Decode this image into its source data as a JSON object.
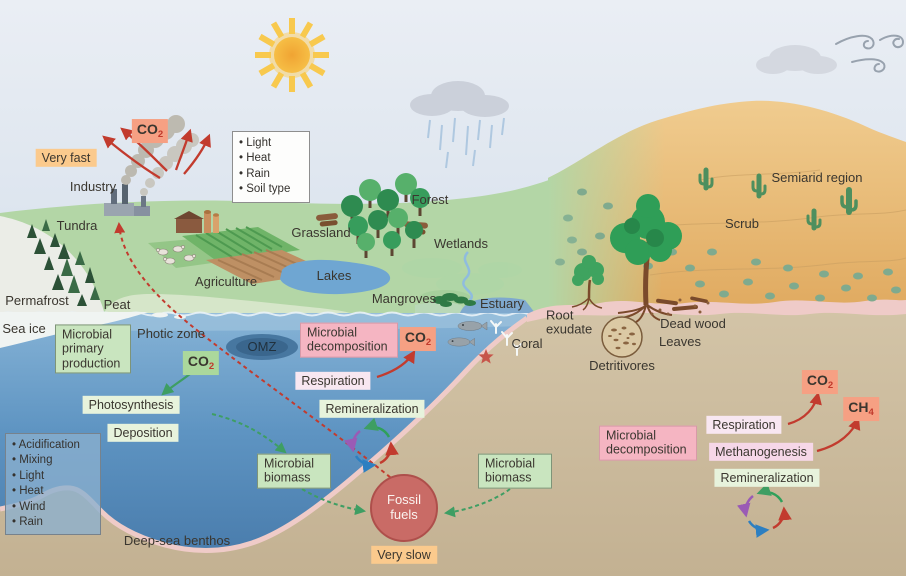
{
  "diagram": {
    "atmosphere": {
      "co2": {
        "main": "CO",
        "sub": "2"
      },
      "very_fast": "Very fast",
      "industry": "Industry",
      "land_factors": [
        "Light",
        "Heat",
        "Rain",
        "Soil type"
      ]
    },
    "land": {
      "tundra": "Tundra",
      "permafrost": "Permafrost",
      "peat": "Peat",
      "agriculture": "Agriculture",
      "grassland": "Grassland",
      "forest": "Forest",
      "wetlands": "Wetlands",
      "lakes": "Lakes",
      "mangroves": "Mangroves",
      "estuary": "Estuary",
      "semiarid_region": "Semiarid region",
      "scrub": "Scrub",
      "root_exudate": "Root exudate",
      "dead_wood": "Dead wood",
      "leaves": "Leaves",
      "detritivores": "Detritivores"
    },
    "ocean": {
      "sea_ice": "Sea ice",
      "photic_zone": "Photic zone",
      "omz": "OMZ",
      "coral": "Coral",
      "deep_sea_benthos": "Deep-sea benthos",
      "microbial_primary_production": "Microbial primary production",
      "co2_uptake": {
        "main": "CO",
        "sub": "2"
      },
      "photosynthesis": "Photosynthesis",
      "deposition": "Deposition",
      "ocean_factors": [
        "Acidification",
        "Mixing",
        "Light",
        "Heat",
        "Wind",
        "Rain"
      ],
      "microbial_decomposition": "Microbial decomposition",
      "co2_release": {
        "main": "CO",
        "sub": "2"
      },
      "respiration": "Respiration",
      "remineralization": "Remineralization",
      "microbial_biomass": "Microbial biomass"
    },
    "subsurface": {
      "fossil_fuels": "Fossil fuels",
      "very_slow": "Very slow",
      "microbial_biomass": "Microbial biomass",
      "microbial_decomposition": "Microbial decomposition",
      "respiration": "Respiration",
      "methanogenesis": "Methanogenesis",
      "remineralization": "Remineralization",
      "co2": {
        "main": "CO",
        "sub": "2"
      },
      "ch4": {
        "main": "CH",
        "sub": "4"
      }
    },
    "colors": {
      "co2_box": "#F6A083",
      "rate_box": "#FBCA8D",
      "green_box": "#C9E5BF",
      "pale_green_box": "#E7F3DC",
      "green_co2_box": "#ABD89C",
      "pink_box": "#F5B5C2",
      "light_pink_box": "#F8E7F1",
      "mid_pink_box": "#F6D7E8",
      "fossil_fuels_circle": "#C96B66",
      "arrow_red": "#C23B2E",
      "arrow_green": "#3E9E63",
      "cycle_purple": "#9A5BB5",
      "cycle_blue": "#2D7FC1"
    }
  }
}
